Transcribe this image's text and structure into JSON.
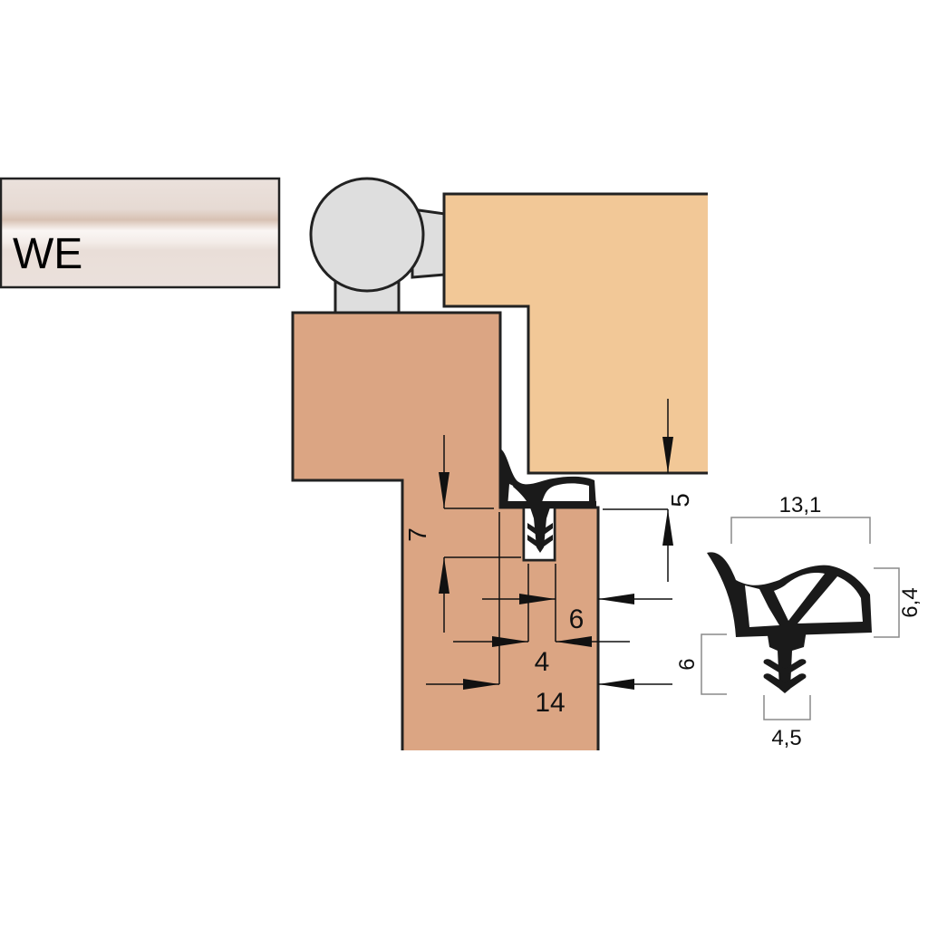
{
  "label_box": {
    "text": "WE",
    "gradient_colors": [
      "#e8ddd7",
      "#d9c3b6",
      "#f8f3f1",
      "#ebe1dc"
    ]
  },
  "colors": {
    "door": "#f2c897",
    "frame": "#dba583",
    "hinge": "#dedede",
    "outline": "#222222",
    "seal": "#1a1a1a",
    "dimension_line": "#111111",
    "bracket_line": "#8a8a8a"
  },
  "installation_dimensions": {
    "gap_top": "5",
    "groove_depth": "7",
    "rebate_width": "14",
    "groove_offset": "4",
    "groove_to_edge": "6"
  },
  "seal_profile_dimensions": {
    "overall_width": "13,1",
    "body_height": "6,4",
    "stem_height": "6",
    "stem_width": "4,5"
  },
  "parts": {
    "door_leaf": "door-leaf",
    "frame": "door-frame",
    "hinge": "hinge",
    "seal_installed": "seal-installed",
    "seal_profile": "seal-profile"
  }
}
